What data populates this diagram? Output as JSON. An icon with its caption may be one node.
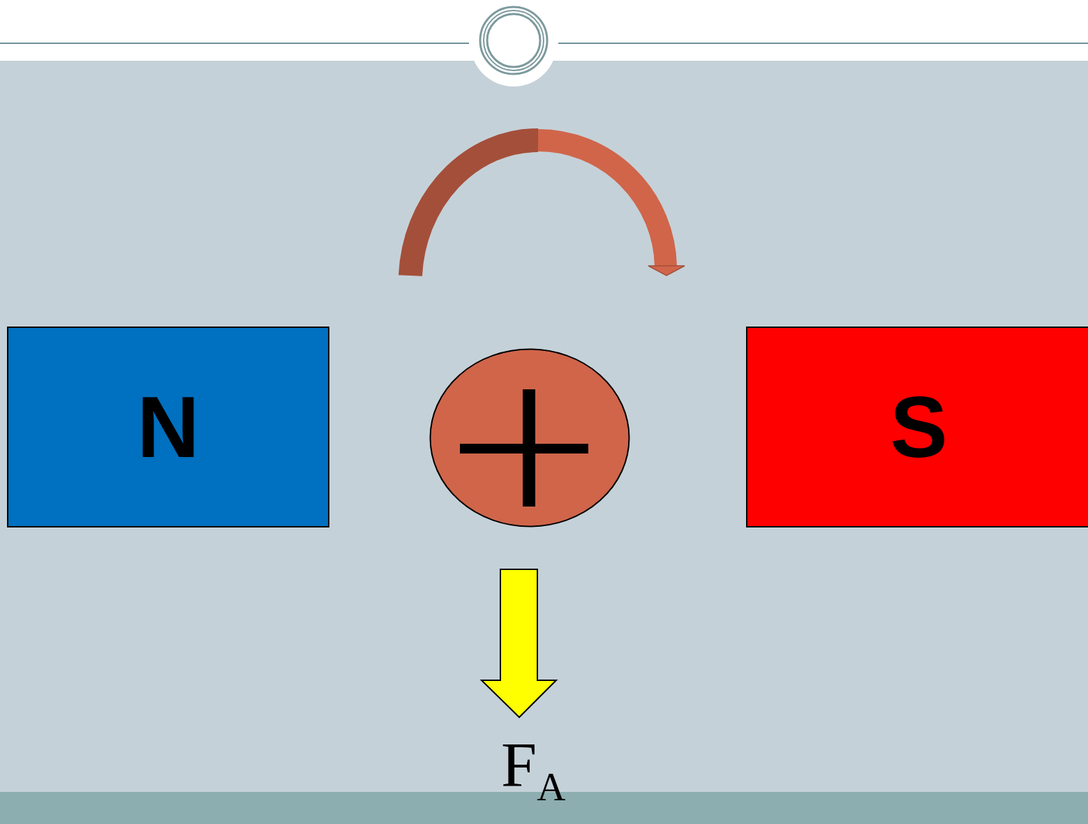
{
  "diagram": {
    "nodes": [
      {
        "text": [
          "N"
        ]
      },
      {
        "text": [],
        "shape": "circle"
      },
      {
        "text": [
          "S"
        ]
      }
    ],
    "labels": [
      "F$_{A}$"
    ]
  }
}
